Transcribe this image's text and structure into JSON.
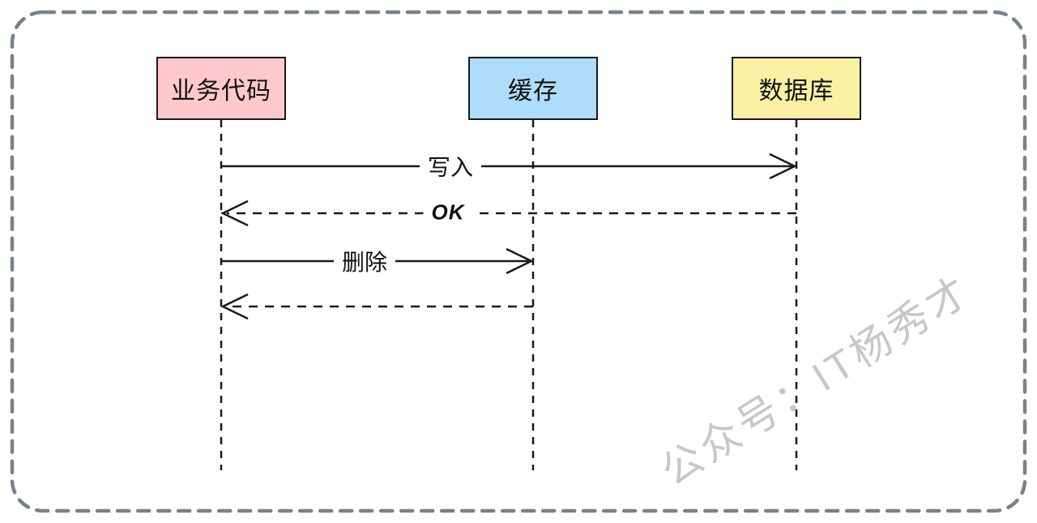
{
  "diagram": {
    "type": "sequence-diagram",
    "actors": [
      {
        "label": "业务代码",
        "fill": "#ffc9cc"
      },
      {
        "label": "缓存",
        "fill": "#aedcfb"
      },
      {
        "label": "数据库",
        "fill": "#f9f0a3"
      }
    ],
    "messages": [
      {
        "label": "写入",
        "from": "业务代码",
        "to": "数据库",
        "line": "solid"
      },
      {
        "label": "OK",
        "from": "数据库",
        "to": "业务代码",
        "line": "dashed"
      },
      {
        "label": "删除",
        "from": "业务代码",
        "to": "缓存",
        "line": "solid"
      },
      {
        "label": "",
        "from": "缓存",
        "to": "业务代码",
        "line": "dashed"
      }
    ],
    "watermark": {
      "text": "公众号：IT杨秀才",
      "color": "#c7c7c7"
    },
    "colors": {
      "stroke": "#1a1a1a",
      "frame_border": "#78828a",
      "background": "#ffffff"
    }
  }
}
